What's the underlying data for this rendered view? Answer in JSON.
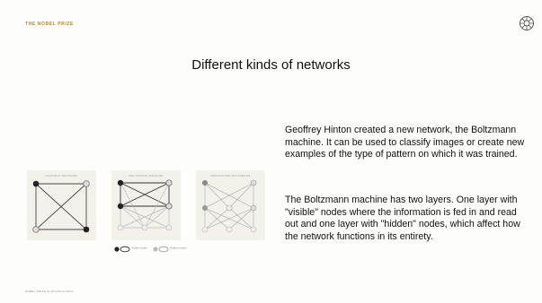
{
  "header": {
    "brand": "THE NOBEL PRIZE",
    "logo_icon": "nobel-medal-icon"
  },
  "slide": {
    "title": "Different kinds of networks",
    "paragraph_1": "Geoffrey Hinton created a new network, the Boltzmann machine. It can be used to classify images or create new examples of the type of pattern on which it was trained.",
    "paragraph_2": "The Boltzmann machine has two layers. One layer with \"visible\" nodes where the information is fed in and read out and one layer with \"hidden\" nodes, which affect how the network functions in its entirety."
  },
  "figures": {
    "panels": [
      {
        "caption": "HOPFIELD NETWORK"
      },
      {
        "caption": "BOLTZMANN MACHINE"
      },
      {
        "caption": "RESTRICTED BOLTZMANN"
      }
    ],
    "legend": {
      "visible_label": "Visible nodes",
      "hidden_label": "Hidden nodes"
    }
  },
  "footer": {
    "text": "NOBEL PRIZE IN PHYSICS 2024"
  },
  "colors": {
    "brand": "#b8862c",
    "panel_bg": "#f3f2ea",
    "node_dark": "#222222",
    "node_light": "#dddddd"
  }
}
